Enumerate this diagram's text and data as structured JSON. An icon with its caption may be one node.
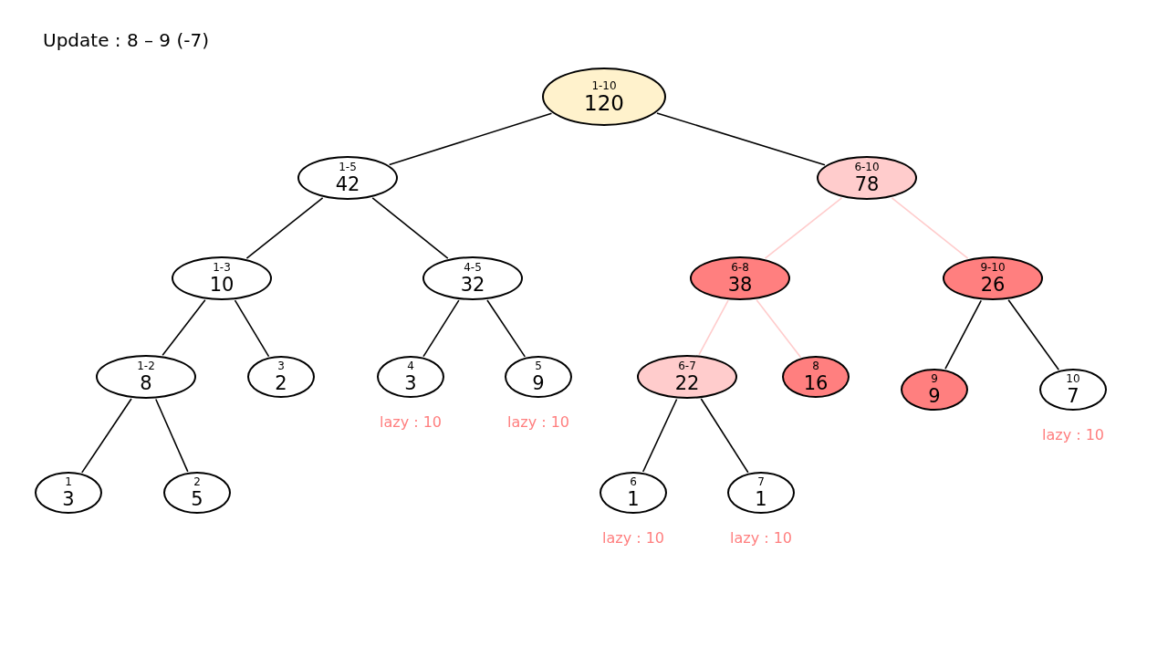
{
  "diagram": {
    "title": "Update : 8 – 9 (-7)",
    "nodes": [
      {
        "text": [
          "1-10",
          "120"
        ]
      },
      {
        "text": [
          "1-5",
          "42"
        ]
      },
      {
        "text": [
          "6-10",
          "78"
        ]
      },
      {
        "text": [
          "1-3",
          "10"
        ]
      },
      {
        "text": [
          "4-5",
          "32"
        ]
      },
      {
        "text": [
          "6-8",
          "38"
        ]
      },
      {
        "text": [
          "9-10",
          "26"
        ]
      },
      {
        "text": [
          "1-2",
          "8"
        ]
      },
      {
        "text": [
          "3",
          "2"
        ]
      },
      {
        "text": [
          "4",
          "3"
        ],
        "beside": [
          "lazy : 10"
        ]
      },
      {
        "text": [
          "5",
          "9"
        ],
        "beside": [
          "lazy : 10"
        ]
      },
      {
        "text": [
          "6-7",
          "22"
        ]
      },
      {
        "text": [
          "8",
          "16"
        ]
      },
      {
        "text": [
          "9",
          "9"
        ]
      },
      {
        "text": [
          "10",
          "7"
        ],
        "beside": [
          "lazy : 10"
        ]
      },
      {
        "text": [
          "1",
          "3"
        ]
      },
      {
        "text": [
          "2",
          "5"
        ]
      },
      {
        "text": [
          "6",
          "1"
        ],
        "beside": [
          "lazy : 10"
        ]
      },
      {
        "text": [
          "7",
          "1"
        ],
        "beside": [
          "lazy : 10"
        ]
      }
    ],
    "edges": [
      {
        "from": 0,
        "to": 1,
        "arrow": "none"
      },
      {
        "from": 0,
        "to": 2,
        "arrow": "none"
      },
      {
        "from": 1,
        "to": 3,
        "arrow": "none"
      },
      {
        "from": 1,
        "to": 4,
        "arrow": "none"
      },
      {
        "from": 2,
        "to": 5,
        "arrow": "none",
        "color": "#ffcccc"
      },
      {
        "from": 2,
        "to": 6,
        "arrow": "none",
        "color": "#ffcccc"
      },
      {
        "from": 3,
        "to": 7,
        "arrow": "none"
      },
      {
        "from": 3,
        "to": 8,
        "arrow": "none"
      },
      {
        "from": 4,
        "to": 9,
        "arrow": "none"
      },
      {
        "from": 4,
        "to": 10,
        "arrow": "none"
      },
      {
        "from": 5,
        "to": 11,
        "arrow": "none",
        "color": "#ffcccc"
      },
      {
        "from": 5,
        "to": 12,
        "arrow": "none",
        "color": "#ffcccc"
      },
      {
        "from": 6,
        "to": 13,
        "arrow": "none"
      },
      {
        "from": 6,
        "to": 14,
        "arrow": "none"
      },
      {
        "from": 7,
        "to": 15,
        "arrow": "none"
      },
      {
        "from": 7,
        "to": 16,
        "arrow": "none"
      },
      {
        "from": 11,
        "to": 17,
        "arrow": "none"
      },
      {
        "from": 11,
        "to": 18,
        "arrow": "none"
      }
    ]
  }
}
